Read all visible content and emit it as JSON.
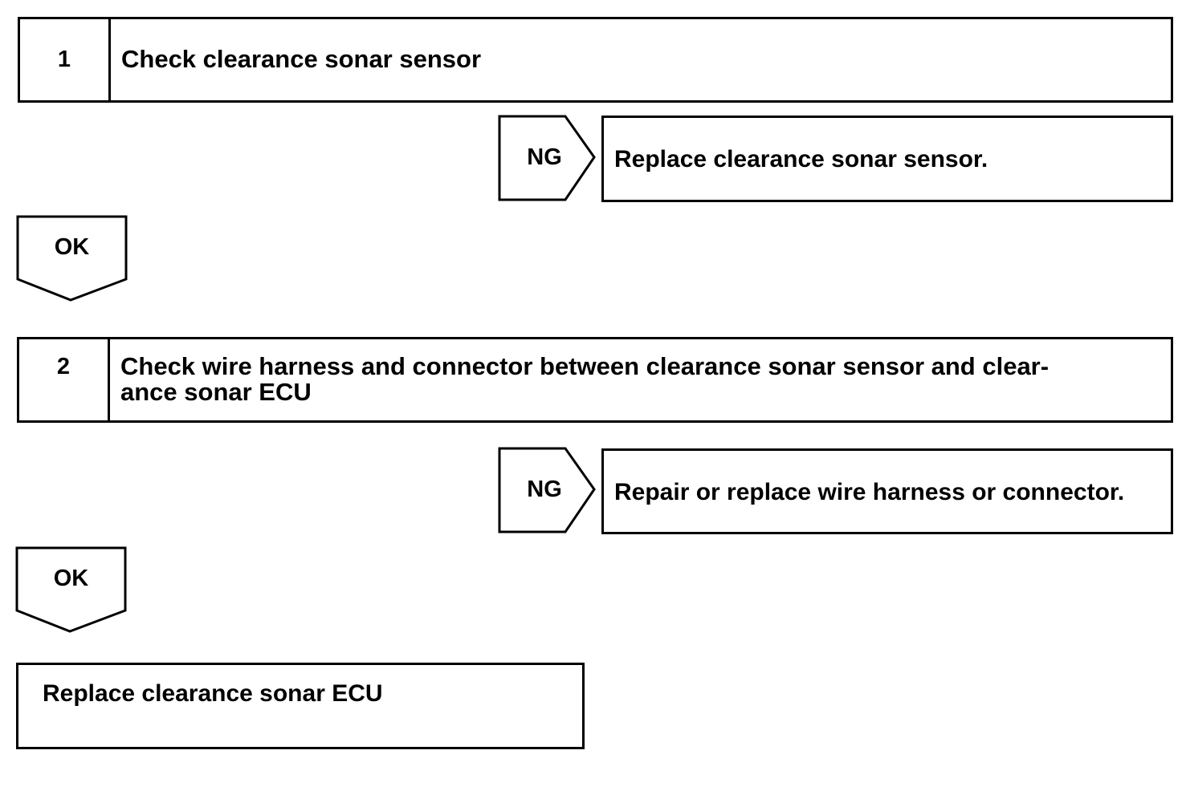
{
  "steps": [
    {
      "number": "1",
      "title": "Check clearance sonar sensor"
    },
    {
      "number": "2",
      "title_line1": "Check wire harness and connector between clearance sonar sensor and clear-",
      "title_line2": "ance sonar ECU"
    }
  ],
  "ng_results": [
    {
      "label": "NG",
      "action": "Replace clearance sonar sensor."
    },
    {
      "label": "NG",
      "action": "Repair or replace wire harness or connector."
    }
  ],
  "ok_results": [
    {
      "label": "OK"
    },
    {
      "label": "OK"
    }
  ],
  "final_action": "Replace clearance sonar ECU"
}
